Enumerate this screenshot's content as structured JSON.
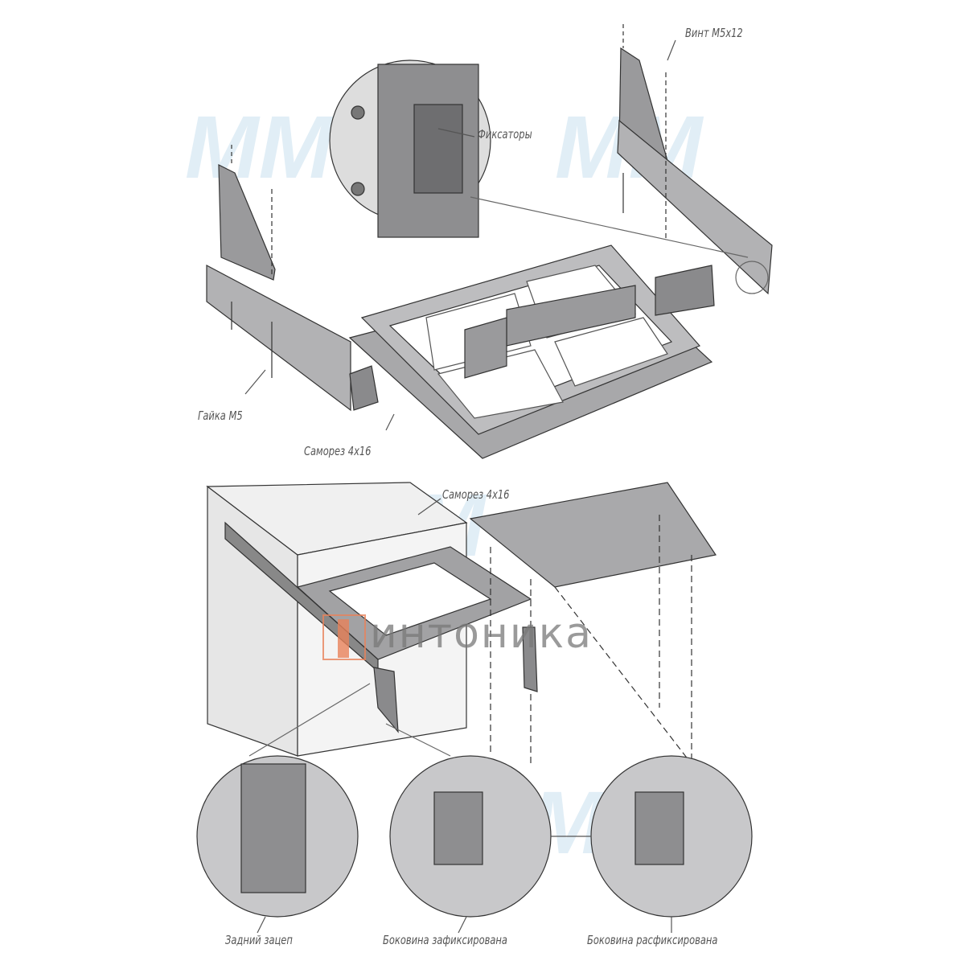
{
  "labels": {
    "screw_m5x12": "Винт М5х12",
    "latches": "Фиксаторы",
    "nut_m5": "Гайка М5",
    "self_tapping_top": "Саморез 4х16",
    "self_tapping_bottom": "Саморез 4х16",
    "rear_hook": "Задний зацеп",
    "side_locked": "Боковина зафиксирована",
    "side_unlocked": "Боковина расфиксирована"
  },
  "watermark": {
    "brand_text": "интоника",
    "background_logo": "MM",
    "accent_color": "#e8825a"
  },
  "colors": {
    "line": "#333333",
    "part_fill": "#9a9a9c",
    "part_light": "#c4c4c6",
    "cabinet_fill": "#e4e4e4"
  }
}
